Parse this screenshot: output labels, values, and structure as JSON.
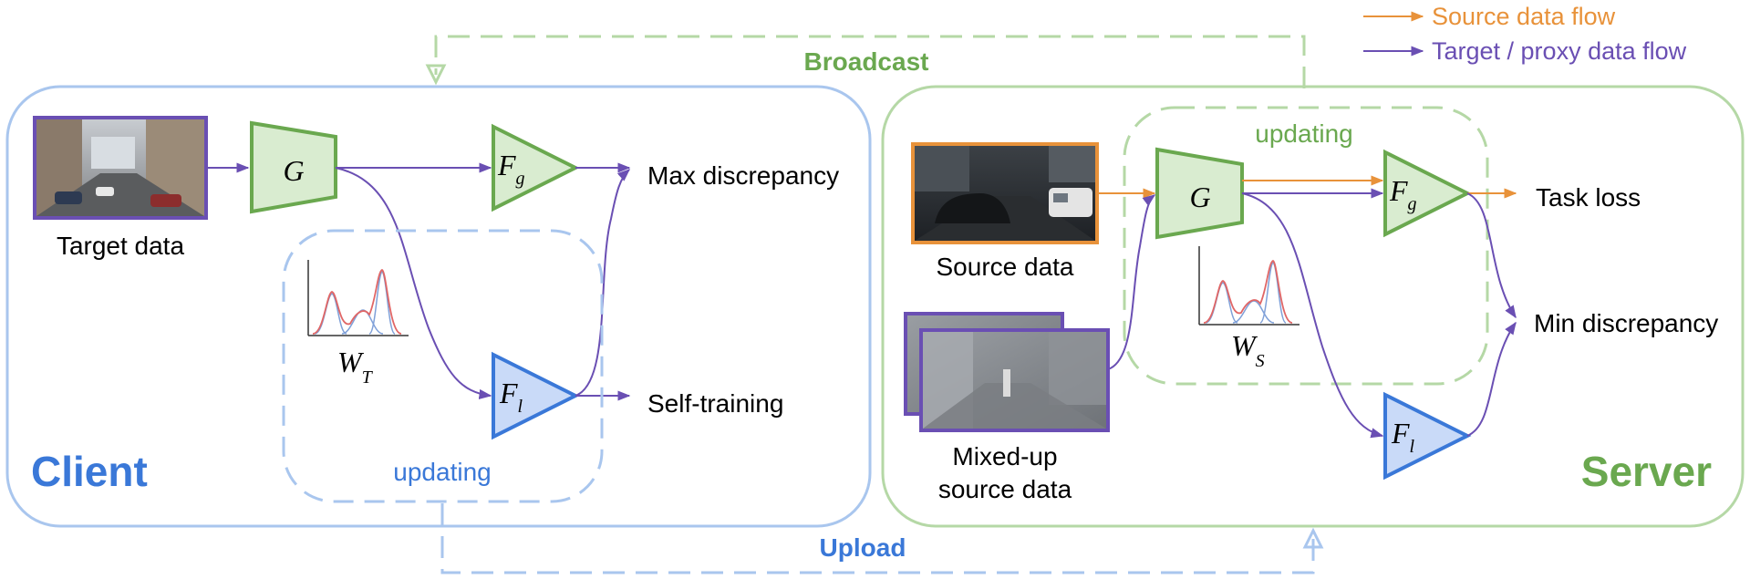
{
  "legend": {
    "source_flow": "Source data flow",
    "target_flow": "Target / proxy data flow"
  },
  "labels": {
    "broadcast": "Broadcast",
    "upload": "Upload",
    "client": "Client",
    "server": "Server",
    "updating_client": "updating",
    "updating_server": "updating"
  },
  "client": {
    "target_data": "Target data",
    "max_discrepancy": "Max discrepancy",
    "self_training": "Self-training",
    "generator": {
      "main": "G",
      "sub": ""
    },
    "global_head": {
      "main": "F",
      "sub": "g"
    },
    "local_head": {
      "main": "F",
      "sub": "l"
    },
    "weights": {
      "main": "W",
      "sub": "T"
    }
  },
  "server": {
    "source_data": "Source data",
    "mixed_line1": "Mixed-up",
    "mixed_line2": "source data",
    "task_loss": "Task loss",
    "min_discrepancy": "Min discrepancy",
    "generator": {
      "main": "G",
      "sub": ""
    },
    "global_head": {
      "main": "F",
      "sub": "g"
    },
    "local_head": {
      "main": "F",
      "sub": "l"
    },
    "weights": {
      "main": "W",
      "sub": "S"
    }
  },
  "colors": {
    "client_blue": "#3a78d8",
    "client_border": "#a9c6ee",
    "server_green": "#6aa84f",
    "server_border": "#b5d8a6",
    "source_orange": "#e8923a",
    "target_purple": "#6a4fb3",
    "module_green_fill": "#d9ecd0",
    "module_green_stroke": "#6aa84f",
    "module_blue_fill": "#c9daf8",
    "module_blue_stroke": "#3a78d8"
  },
  "icons": {
    "target_image": "street-scene-photo",
    "source_image": "synthetic-car-scene",
    "mixed_image": "blended-street-scene",
    "distribution_plot": "gaussian-mixture-icon"
  }
}
